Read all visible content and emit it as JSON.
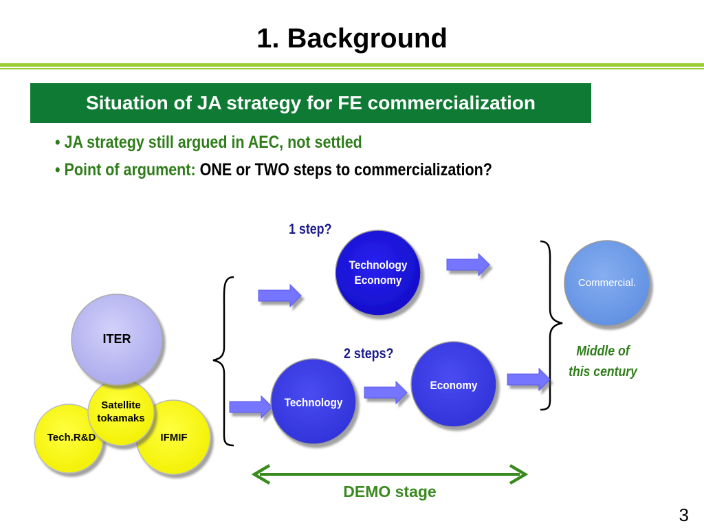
{
  "slide": {
    "title": "1. Background",
    "subtitle": "Situation of JA strategy for FE commercialization",
    "bullets": [
      {
        "marker": "•",
        "text": "JA strategy still argued in AEC, not settled"
      },
      {
        "marker": "•",
        "label": "Point of argument:",
        "text": "ONE or TWO steps to commercialization?"
      }
    ],
    "page_number": "3"
  },
  "diagram": {
    "iter": "ITER",
    "satellite": "Satellite tokamaks",
    "tech_rd": "Tech.R&D",
    "ifmif": "IFMIF",
    "one_step_label": "1 step?",
    "two_steps_label": "2 steps?",
    "tech_econ_line1": "Technology",
    "tech_econ_line2": "Economy",
    "technology": "Technology",
    "economy": "Economy",
    "commercial": "Commercial.",
    "middle_line1": "Middle of",
    "middle_line2": "this century",
    "demo_stage": "DEMO stage"
  },
  "colors": {
    "title_green_bar": "#9acd32",
    "subtitle_bg": "#0f7a33",
    "bullet_green": "#2f7d1a",
    "iter": "#bdbcf2",
    "yellow": "#ffff00",
    "blue_dark": "#1a12e0",
    "blue_mid": "#3b3de8",
    "commercial": "#6e9ae8",
    "arrow": "#7070ff",
    "label_navy": "#1a1a8c",
    "demo_green": "#3a8a1f"
  }
}
